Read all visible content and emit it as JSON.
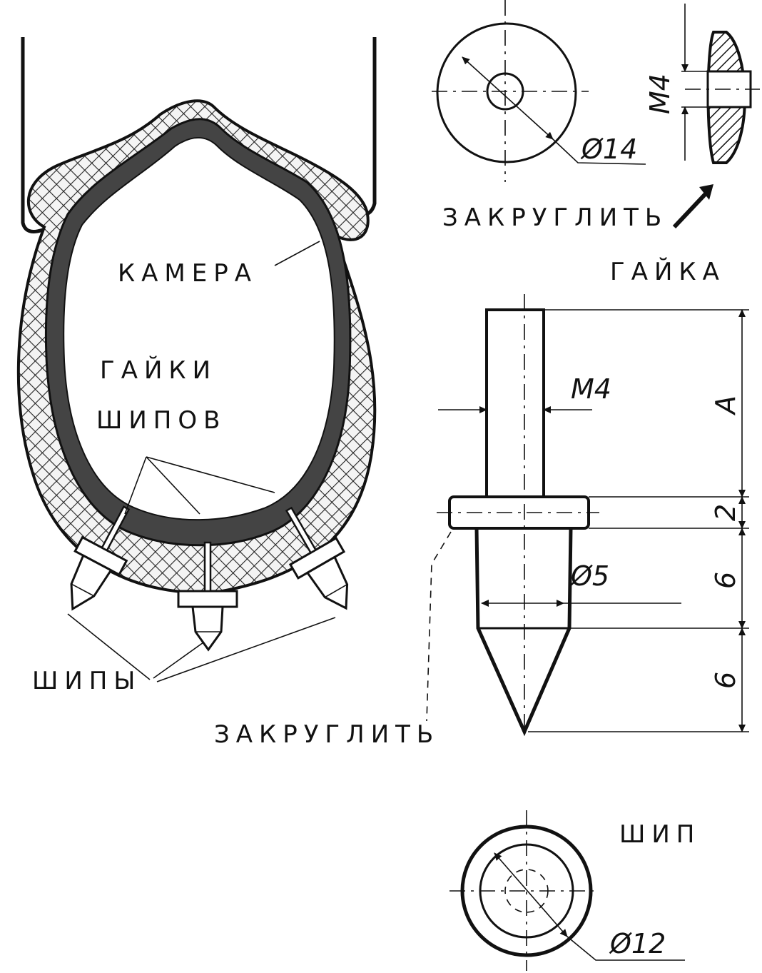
{
  "labels": {
    "kamera": "КАМЕРА",
    "gayki_line1": "ГАЙКИ",
    "gayki_line2": "ШИПОВ",
    "shipy": "ШИПЫ",
    "zakruglit_bottom": "ЗАКРУГЛИТЬ",
    "zakruglit_top": "ЗАКРУГЛИТЬ",
    "gayka_title": "ГАЙКА",
    "ship_title": "ШИП"
  },
  "dimensions": {
    "nut_diameter": "Ø14",
    "nut_thread": "М4",
    "spike_thread": "М4",
    "spike_dim_a": "А",
    "spike_dim_2": "2",
    "spike_dim_6a": "6",
    "spike_dim_6b": "6",
    "spike_diameter": "Ø5",
    "spike_head_diameter": "Ø12"
  },
  "icons": {
    "arrow": "surface-finish-arrow-icon"
  }
}
